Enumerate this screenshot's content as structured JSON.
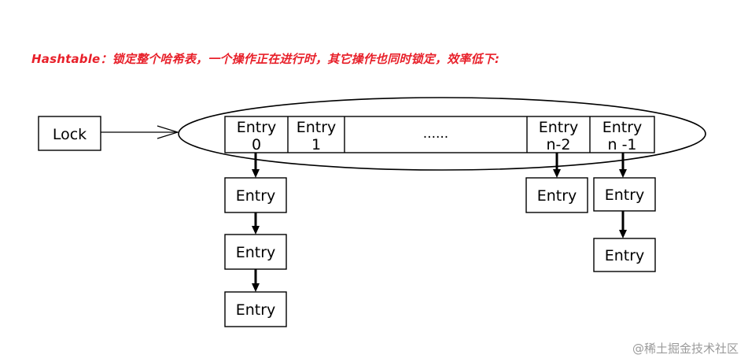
{
  "caption": "Hashtable：锁定整个哈希表，一个操作正在进行时，其它操作也同时锁定，效率低下:",
  "lock_label": "Lock",
  "table_cells": [
    {
      "line1": "Entry",
      "line2": "0"
    },
    {
      "line1": "Entry",
      "line2": "1"
    },
    {
      "line1": "......",
      "line2": ""
    },
    {
      "line1": "Entry",
      "line2": "n-2"
    },
    {
      "line1": "Entry",
      "line2": "n -1"
    }
  ],
  "chains": [
    [
      "Entry",
      "Entry",
      "Entry"
    ],
    [],
    [],
    [
      "Entry"
    ],
    [
      "Entry",
      "Entry"
    ]
  ],
  "watermark": "@稀土掘金技术社区",
  "colors": {
    "caption": "#e8202a",
    "line": "#000000",
    "watermark": "#9a9a9a"
  }
}
